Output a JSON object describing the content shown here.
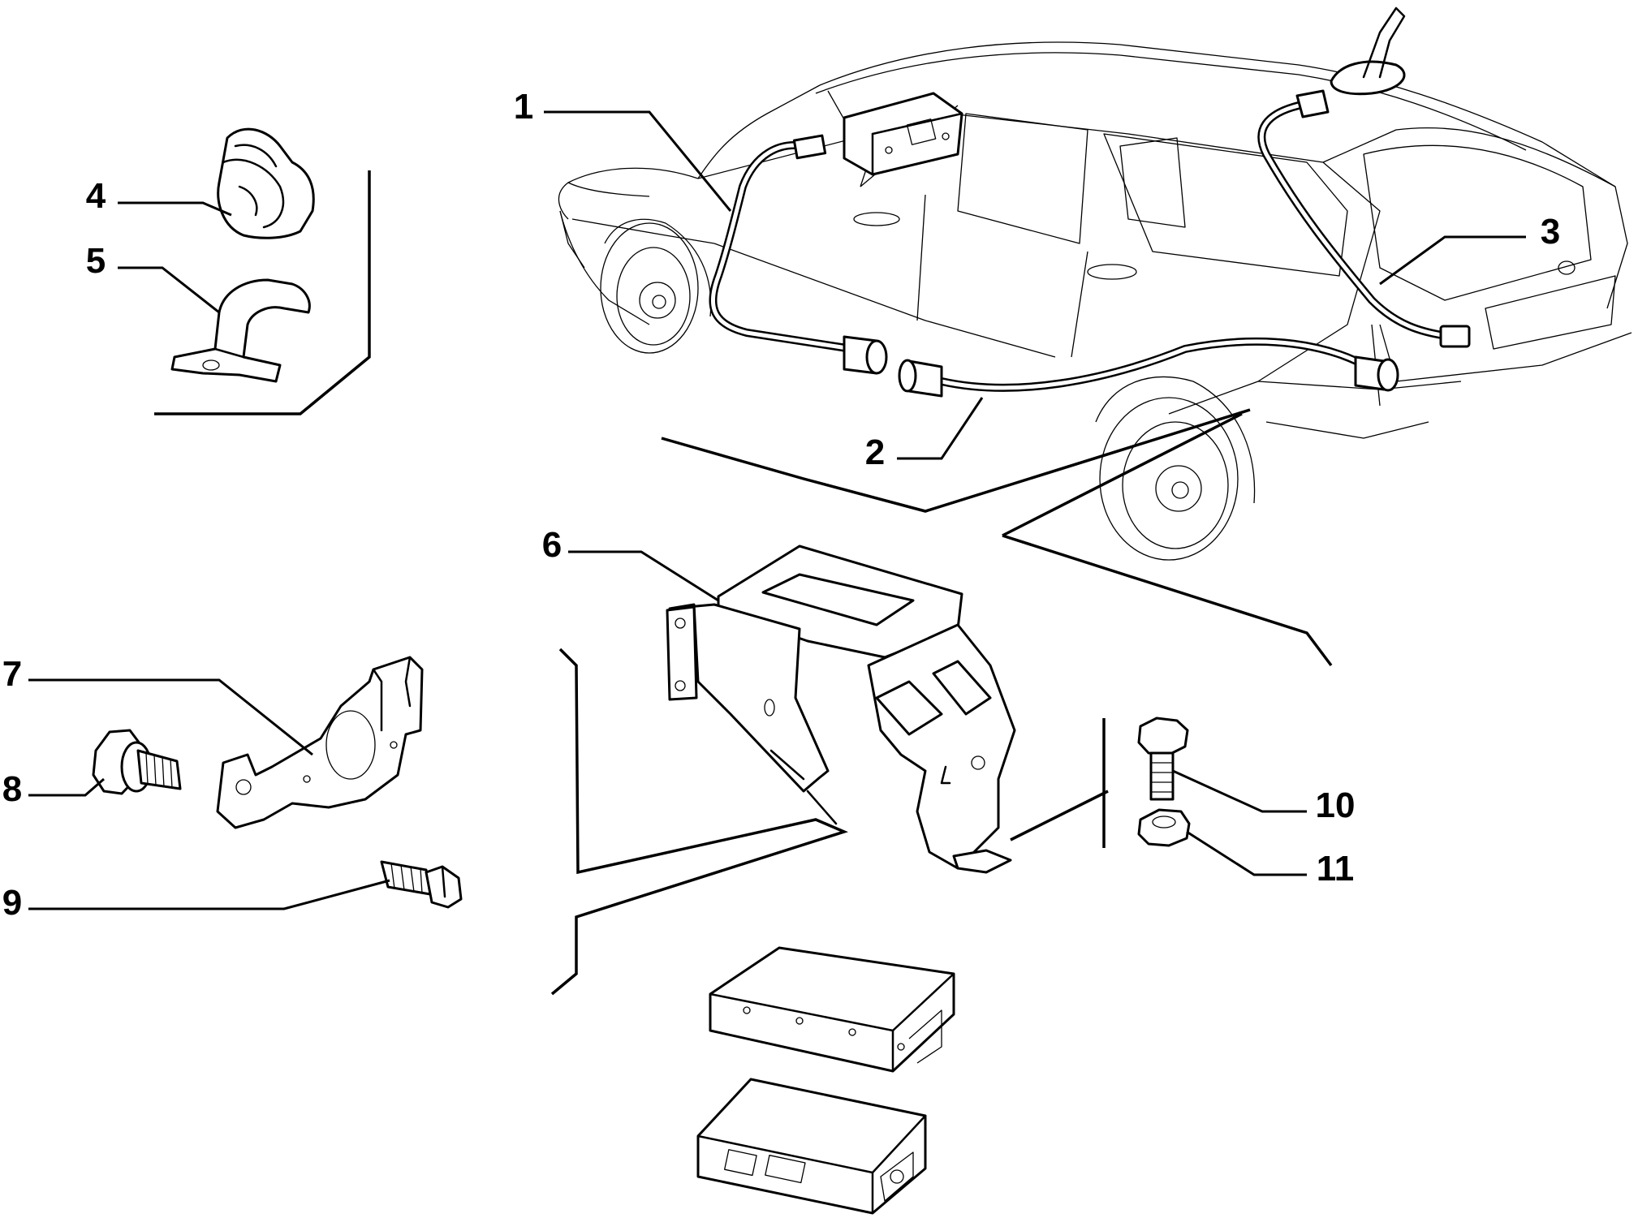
{
  "callouts": [
    {
      "id": "1",
      "label": "1",
      "part": "radio-wiring-harness"
    },
    {
      "id": "2",
      "label": "2",
      "part": "extension-cable"
    },
    {
      "id": "3",
      "label": "3",
      "part": "antenna-cable"
    },
    {
      "id": "4",
      "label": "4",
      "part": "cable-clip"
    },
    {
      "id": "5",
      "label": "5",
      "part": "cable-bracket"
    },
    {
      "id": "6",
      "label": "6",
      "part": "mounting-bracket"
    },
    {
      "id": "7",
      "label": "7",
      "part": "support-plate"
    },
    {
      "id": "8",
      "label": "8",
      "part": "flange-bolt"
    },
    {
      "id": "9",
      "label": "9",
      "part": "hex-bolt"
    },
    {
      "id": "10",
      "label": "10",
      "part": "hex-bolt"
    },
    {
      "id": "11",
      "label": "11",
      "part": "hex-nut"
    }
  ]
}
